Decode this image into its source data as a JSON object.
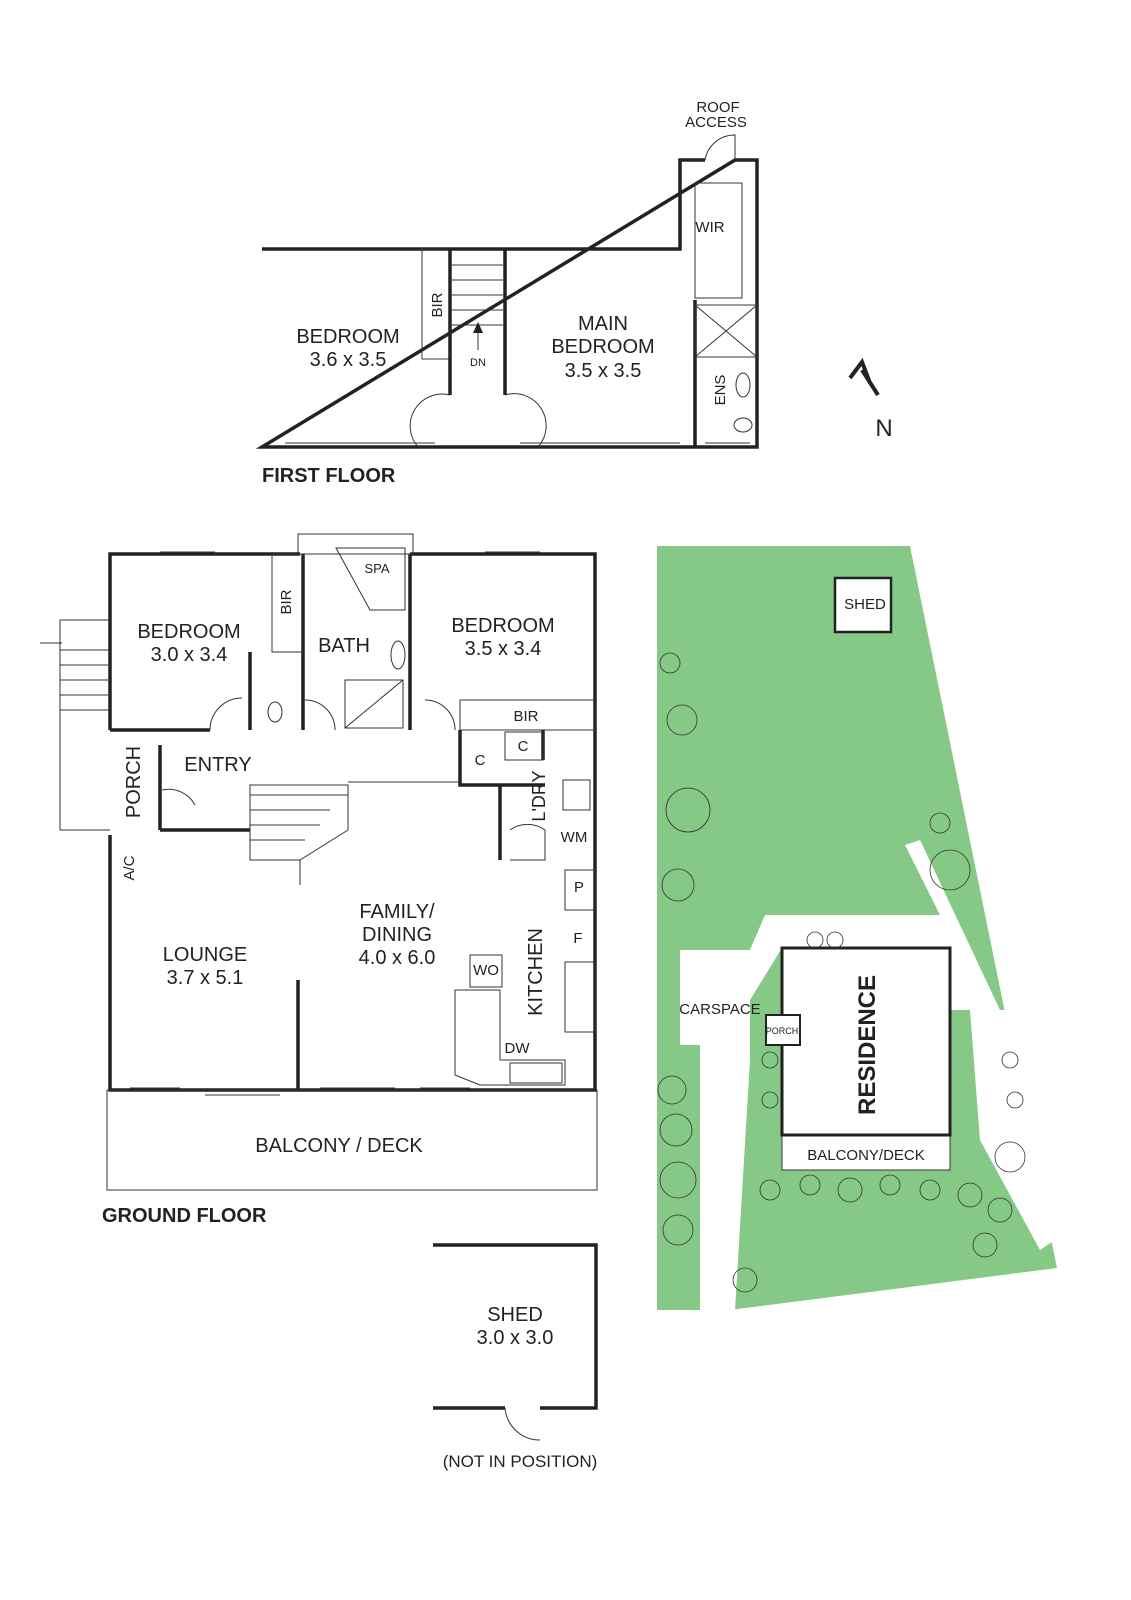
{
  "first_floor": {
    "title": "FIRST FLOOR",
    "roof_access": [
      "ROOF",
      "ACCESS"
    ],
    "bedroom": {
      "name": "BEDROOM",
      "size": "3.6 x 3.5"
    },
    "bir": "BIR",
    "dn": "DN",
    "main_bedroom": {
      "name": [
        "MAIN",
        "BEDROOM"
      ],
      "size": "3.5 x 3.5"
    },
    "wir": "WIR",
    "ens": "ENS"
  },
  "compass": {
    "label": "N"
  },
  "ground_floor": {
    "title": "GROUND FLOOR",
    "bedroom1": {
      "name": "BEDROOM",
      "size": "3.0 x 3.4"
    },
    "bir1": "BIR",
    "bath": "BATH",
    "spa": "SPA",
    "bedroom2": {
      "name": "BEDROOM",
      "size": "3.5 x 3.4"
    },
    "bir2": "BIR",
    "c1": "C",
    "c2": "C",
    "laundry": "L'DRY",
    "wm": "WM",
    "entry": "ENTRY",
    "porch": "PORCH",
    "ac": "A/C",
    "family": {
      "name": [
        "FAMILY/",
        "DINING"
      ],
      "size": "4.0 x 6.0"
    },
    "p": "P",
    "f": "F",
    "wo": "WO",
    "kitchen": "KITCHEN",
    "dw": "DW",
    "lounge": {
      "name": "LOUNGE",
      "size": "3.7 x 5.1"
    },
    "balcony": "BALCONY / DECK"
  },
  "shed": {
    "name": "SHED",
    "size": "3.0 x 3.0",
    "note": "(NOT IN POSITION)"
  },
  "site": {
    "shed": "SHED",
    "carspace": "CARSPACE",
    "porch": "PORCH",
    "residence": "RESIDENCE",
    "balcony": "BALCONY/DECK"
  },
  "colors": {
    "lawn": "#86c986",
    "wall": "#222222"
  }
}
